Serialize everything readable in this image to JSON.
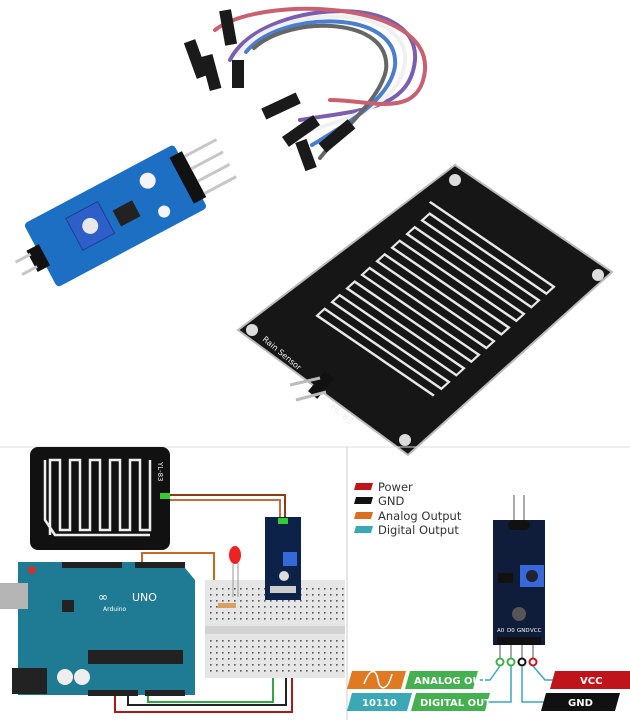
{
  "photo": {
    "plate_label": "HL-83",
    "plate_caption": "Rain Sensor"
  },
  "wiring_diagram": {
    "sensor_label": "YL-83",
    "board_logo": "UNO",
    "board_brand": "Arduino",
    "wire_colors": {
      "power": "#b0171b",
      "gnd": "#222222",
      "analog": "#c8691f",
      "digital": "#2fa84a"
    }
  },
  "pinout": {
    "legend": [
      {
        "label": "Power",
        "color": "#c0141b"
      },
      {
        "label": "GND",
        "color": "#111111"
      },
      {
        "label": "Analog Output",
        "color": "#d9701f"
      },
      {
        "label": "Digital Output",
        "color": "#3aa9b5"
      }
    ],
    "pins": [
      "A0",
      "D0",
      "GND",
      "VCC"
    ],
    "badges": {
      "analog_icon": "sine-wave-icon",
      "analog_out": "ANALOG OUT",
      "digital_code": "10110",
      "digital_out": "DIGITAL OUT",
      "vcc": "VCC",
      "gnd": "GND"
    },
    "badge_colors": {
      "analog_icon": "#e07a22",
      "digital_code": "#3aa9b5",
      "out": "#45b04f",
      "vcc": "#c0141b",
      "gnd": "#111111"
    }
  }
}
